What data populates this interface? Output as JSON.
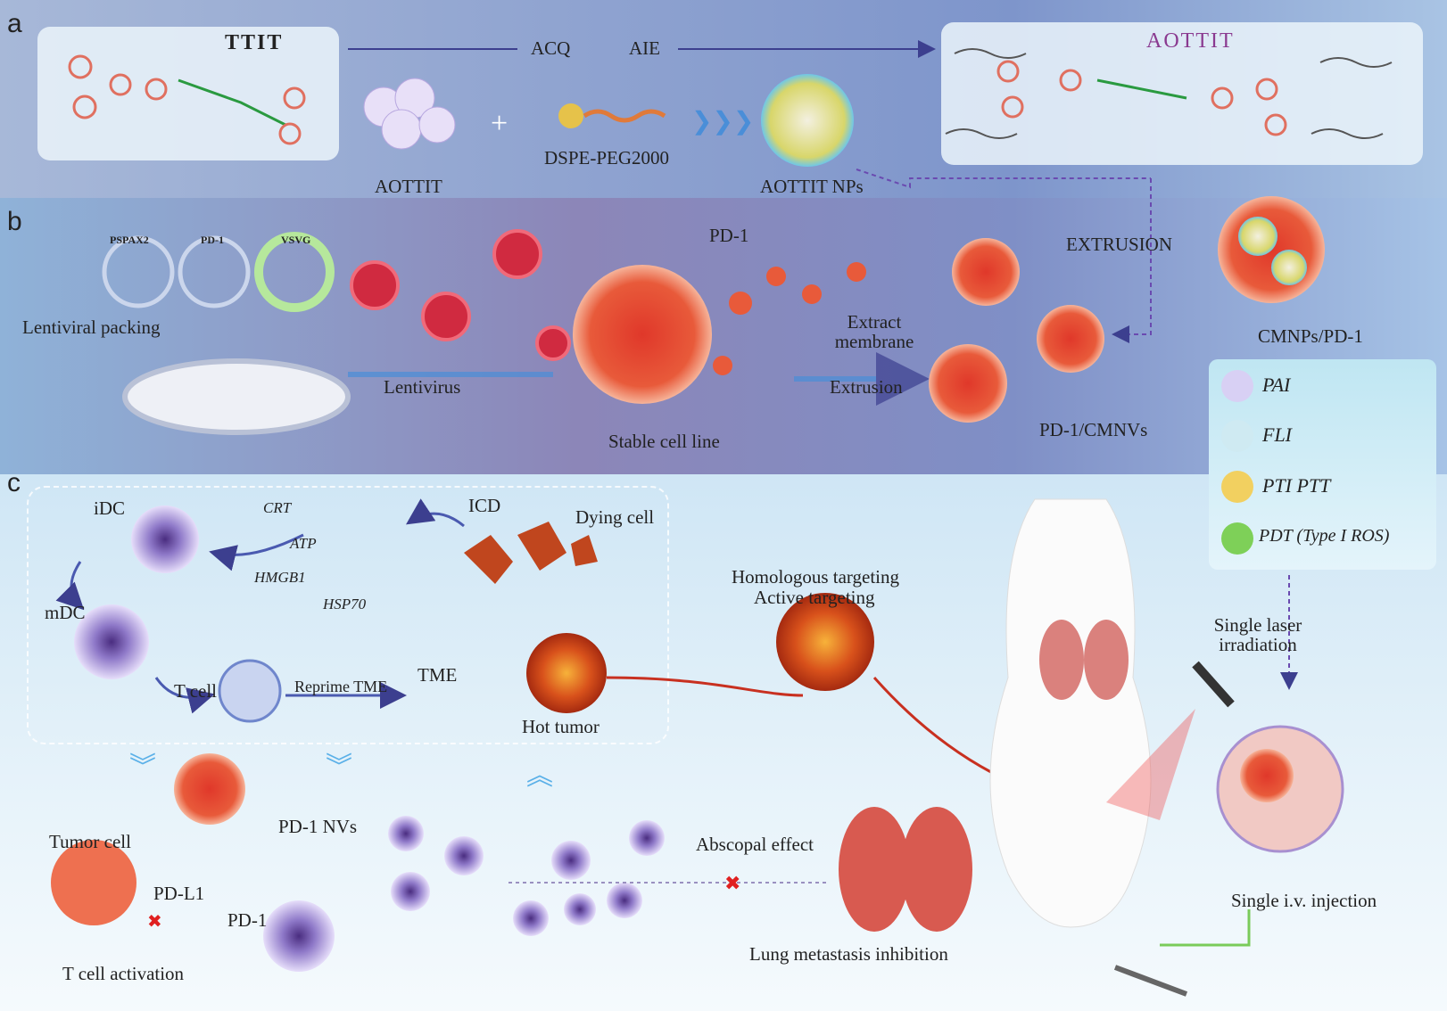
{
  "panel_labels": {
    "a": "a",
    "b": "b",
    "c": "c"
  },
  "panel_a": {
    "ttit": "TTIT",
    "aottit_title": "AOTTIT",
    "acq": "ACQ",
    "aie": "AIE",
    "aottit": "AOTTIT",
    "dspe": "DSPE-PEG2000",
    "nps": "AOTTIT NPs",
    "plus": "+"
  },
  "panel_b": {
    "plasmids": [
      "PSPAX2",
      "PD-1",
      "VSVG"
    ],
    "lentiviral_packing": "Lentiviral packing",
    "lentivirus": "Lentivirus",
    "pd1": "PD-1",
    "stable_cell_line": "Stable cell line",
    "extract_membrane": "Extract membrane",
    "extrusion_lower": "Extrusion",
    "pd1_cmnvs": "PD-1/CMNVs",
    "extrusion": "EXTRUSION",
    "cmnps": "CMNPs/PD-1"
  },
  "legend": {
    "items": [
      "PAI",
      "FLI",
      "PTI PTT",
      "PDT (Type I ROS)"
    ]
  },
  "panel_c": {
    "idc": "iDC",
    "mdc": "mDC",
    "crt": "CRT",
    "atp": "ATP",
    "hmgb1": "HMGB1",
    "hsp70": "HSP70",
    "icd": "ICD",
    "dying_cell": "Dying cell",
    "t_cell": "T cell",
    "reprime": "Reprime TME",
    "tme": "TME",
    "hot_tumor": "Hot tumor",
    "homologous": "Homologous targeting",
    "active": "Active targeting",
    "laser": "Single laser irradiation",
    "injection": "Single i.v. injection",
    "tumor_cell": "Tumor cell",
    "pd_l1": "PD-L1",
    "pd1": "PD-1",
    "pd1_nvs": "PD-1 NVs",
    "t_cell_activation": "T cell activation",
    "abscopal": "Abscopal effect",
    "lung": "Lung metastasis inhibition"
  }
}
